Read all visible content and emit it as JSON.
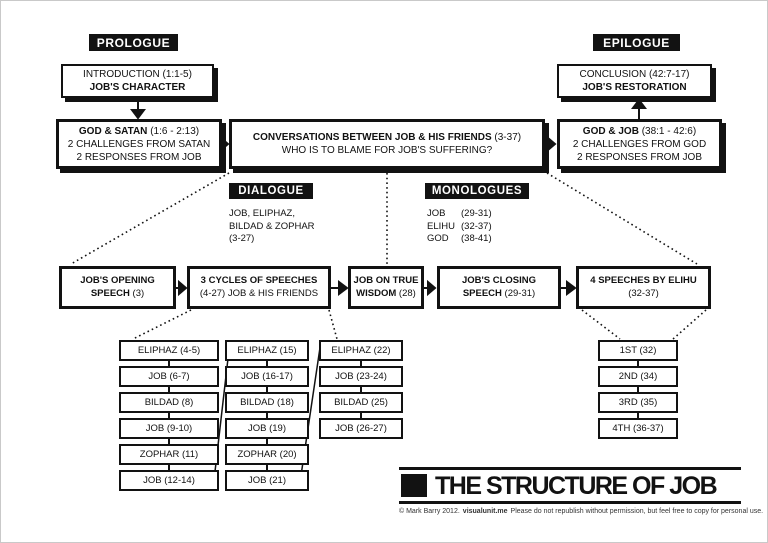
{
  "labels": {
    "prologue": "PROLOGUE",
    "epilogue": "EPILOGUE",
    "dialogue": "DIALOGUE",
    "monologues": "MONOLOGUES"
  },
  "boxes": {
    "introduction": {
      "line1": "INTRODUCTION (1:1-5)",
      "line2": "JOB'S CHARACTER"
    },
    "conclusion": {
      "line1": "CONCLUSION (42:7-17)",
      "line2": "JOB'S RESTORATION"
    },
    "god_satan": {
      "title": "GOD & SATAN",
      "ref": "(1:6 - 2:13)",
      "line2": "2 CHALLENGES FROM SATAN",
      "line3": "2 RESPONSES FROM JOB"
    },
    "conversations": {
      "title": "CONVERSATIONS BETWEEN JOB & HIS FRIENDS",
      "ref": "(3-37)",
      "line2": "WHO IS TO BLAME FOR JOB'S SUFFERING?"
    },
    "god_job": {
      "title": "GOD & JOB",
      "ref": "(38:1 - 42:6)",
      "line2": "2 CHALLENGES FROM GOD",
      "line3": "2 RESPONSES FROM JOB"
    },
    "opening": {
      "line1": "JOB'S OPENING",
      "line2_bold": "SPEECH",
      "line2_ref": "(3)"
    },
    "cycles": {
      "line1": "3 CYCLES OF SPEECHES",
      "line2": "(4-27) JOB & HIS FRIENDS"
    },
    "wisdom": {
      "line1": "JOB ON TRUE",
      "line2_bold": "WISDOM",
      "line2_ref": "(28)"
    },
    "closing": {
      "line1": "JOB'S CLOSING",
      "line2_bold": "SPEECH",
      "line2_ref": "(29-31)"
    },
    "elihu": {
      "line1": "4 SPEECHES BY ELIHU",
      "line2": "(32-37)"
    }
  },
  "dialogue_note": {
    "line1": "JOB, ELIPHAZ,",
    "line2": "BILDAD & ZOPHAR",
    "line3": "(3-27)"
  },
  "monologue_note": {
    "rows": [
      {
        "name": "JOB",
        "ref": "(29-31)"
      },
      {
        "name": "ELIHU",
        "ref": "(32-37)"
      },
      {
        "name": "GOD",
        "ref": "(38-41)"
      }
    ]
  },
  "columns": {
    "cycle1": [
      "ELIPHAZ (4-5)",
      "JOB (6-7)",
      "BILDAD (8)",
      "JOB (9-10)",
      "ZOPHAR (11)",
      "JOB (12-14)"
    ],
    "cycle2": [
      "ELIPHAZ (15)",
      "JOB (16-17)",
      "BILDAD (18)",
      "JOB (19)",
      "ZOPHAR (20)",
      "JOB (21)"
    ],
    "cycle3": [
      "ELIPHAZ (22)",
      "JOB (23-24)",
      "BILDAD (25)",
      "JOB (26-27)"
    ],
    "elihu_speeches": [
      "1ST (32)",
      "2ND (34)",
      "3RD (35)",
      "4TH (36-37)"
    ]
  },
  "footer": {
    "title": "THE STRUCTURE OF JOB",
    "credit_prefix": "© Mark Barry 2012.",
    "credit_site": "visualunit.me",
    "credit_suffix": "Please do not republish without permission, but feel free to copy for personal use."
  },
  "colors": {
    "ink": "#121212",
    "paper": "#ffffff",
    "frame": "#c9c9c9"
  }
}
